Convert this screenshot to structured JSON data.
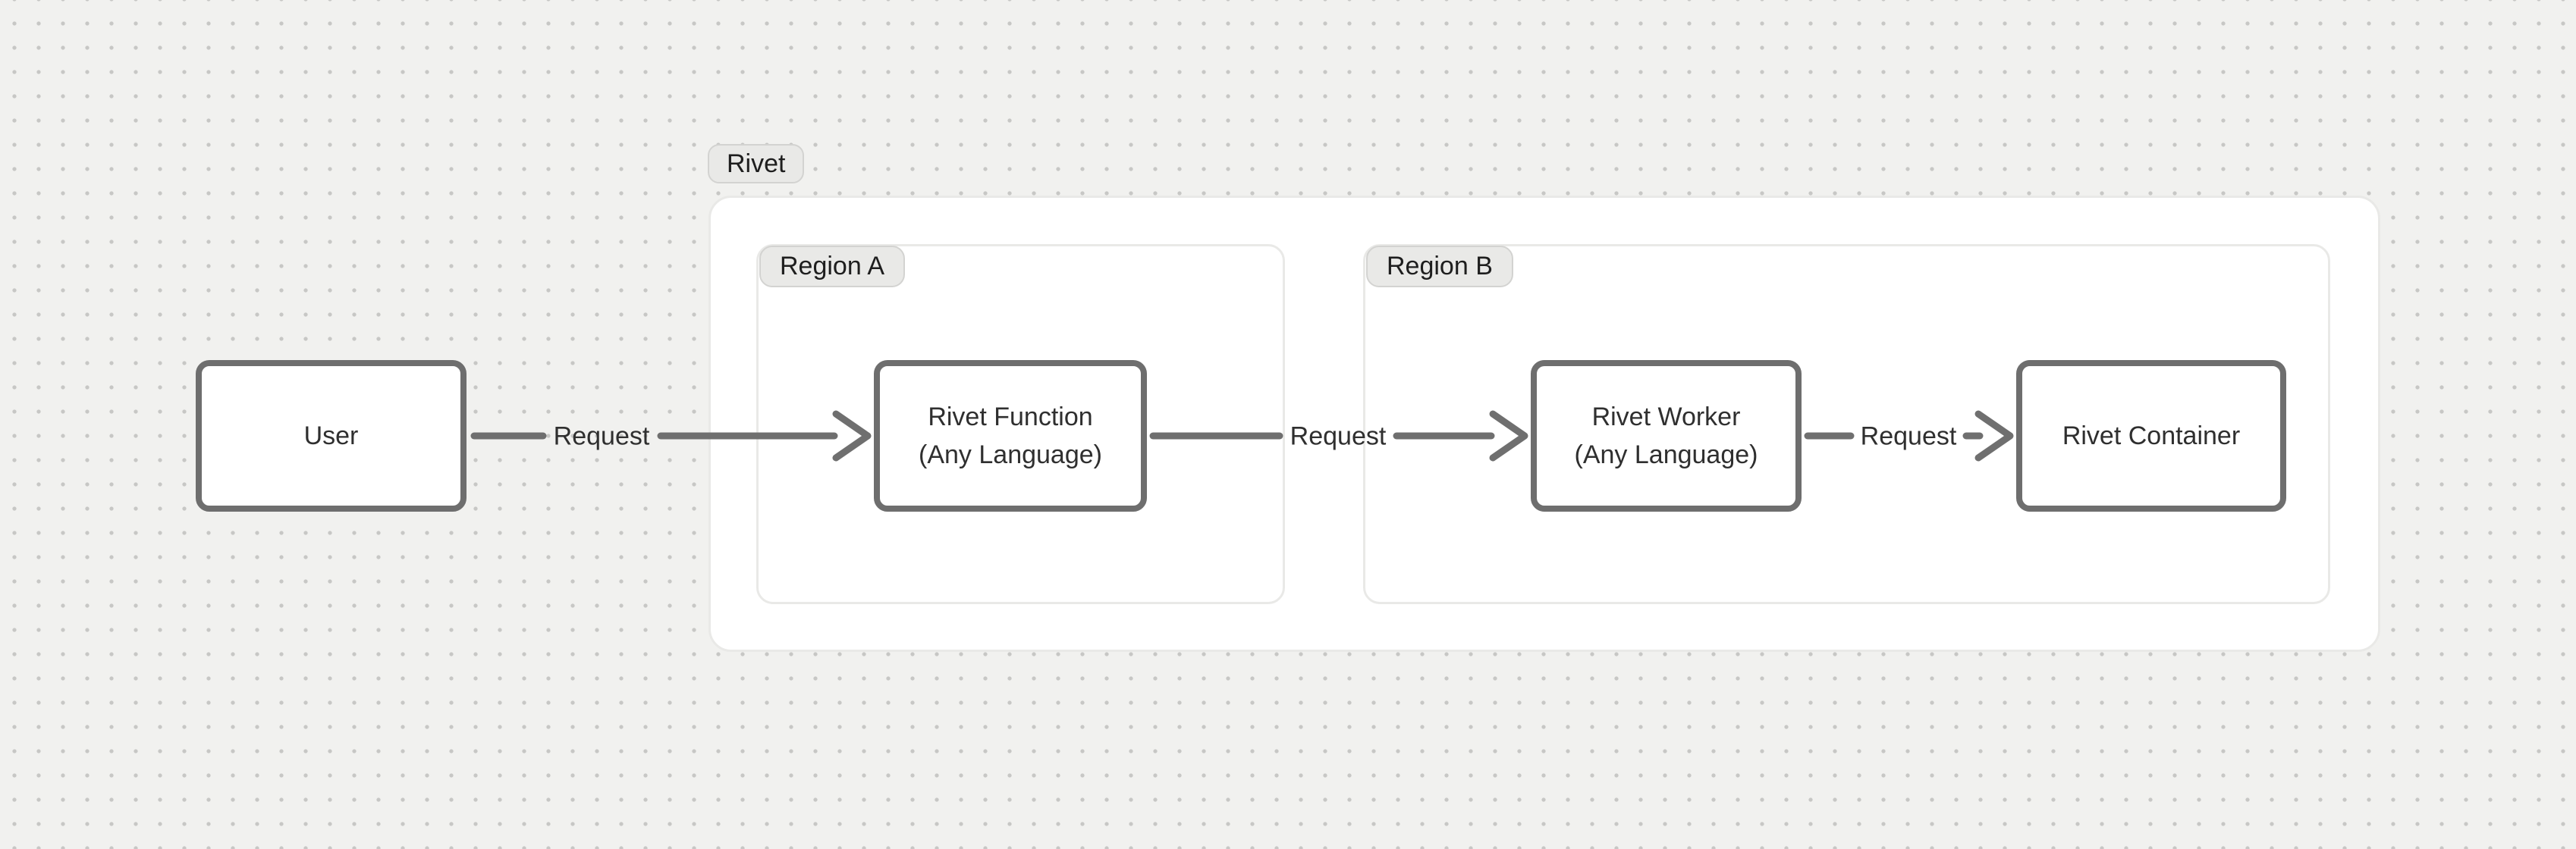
{
  "diagram": {
    "groups": [
      {
        "id": "rivet",
        "label": "Rivet"
      },
      {
        "id": "region-a",
        "label": "Region A"
      },
      {
        "id": "region-b",
        "label": "Region B"
      }
    ],
    "nodes": [
      {
        "id": "user",
        "label": "User",
        "sublabel": ""
      },
      {
        "id": "rivet-function",
        "label": "Rivet Function",
        "sublabel": "(Any Language)"
      },
      {
        "id": "rivet-worker",
        "label": "Rivet Worker",
        "sublabel": "(Any Language)"
      },
      {
        "id": "rivet-container",
        "label": "Rivet Container",
        "sublabel": ""
      }
    ],
    "edges": [
      {
        "from": "user",
        "to": "rivet-function",
        "label": "Request"
      },
      {
        "from": "rivet-function",
        "to": "rivet-worker",
        "label": "Request"
      },
      {
        "from": "rivet-worker",
        "to": "rivet-container",
        "label": "Request"
      }
    ],
    "colors": {
      "canvas_background": "#f1f1ef",
      "grid_dot": "#c7c7c5",
      "group_background": "#ffffff",
      "group_border": "#e9e9e7",
      "badge_background": "#e9e9e7",
      "badge_border": "#d3d3d1",
      "node_background": "#ffffff",
      "node_border": "#6e6e6e",
      "arrow": "#6f6f6f",
      "text": "#2f2f2f"
    }
  }
}
